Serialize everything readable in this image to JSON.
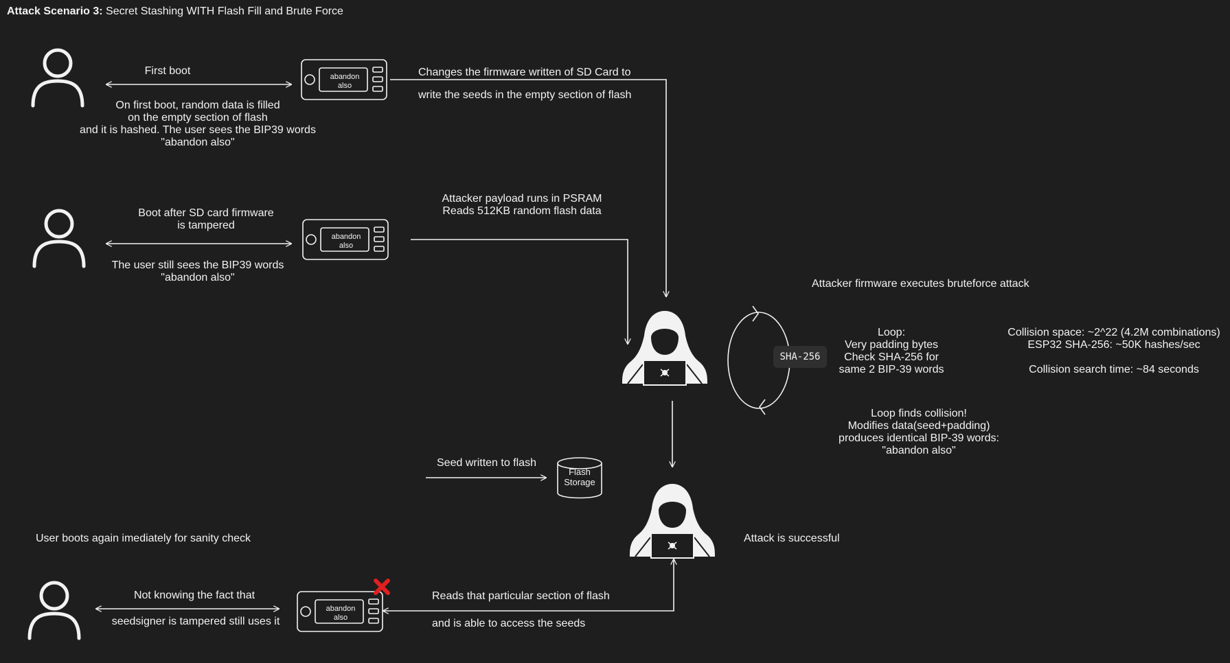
{
  "title": {
    "bold": "Attack Scenario 3:",
    "rest": " Secret Stashing WITH Flash Fill and Brute Force"
  },
  "device": {
    "line1": "abandon",
    "line2": "also"
  },
  "row1": {
    "arrow_label": "First boot",
    "caption": [
      "On first boot, random data is filled",
      "on the empty section of flash",
      "and it is hashed.  The user sees the BIP39 words",
      "\"abandon also\""
    ],
    "firmware_note": [
      "Changes the firmware written of SD Card to",
      "write the seeds in the empty section of flash"
    ]
  },
  "row2": {
    "arrow_label": [
      "Boot after SD card firmware",
      "is tampered"
    ],
    "caption": [
      "The user still sees the BIP39 words",
      "\"abandon also\""
    ],
    "payload_note": [
      "Attacker payload runs in PSRAM",
      "Reads 512KB random flash data"
    ]
  },
  "attack": {
    "header": "Attacker firmware executes bruteforce attack",
    "sha_label": "SHA-256",
    "loop": [
      "Loop:",
      "Very padding bytes",
      "Check SHA-256 for",
      "same 2 BIP-39 words"
    ],
    "stats": [
      "Collision space: ~2^22  (4.2M combinations)",
      "ESP32 SHA-256: ~50K hashes/sec",
      "",
      "Collision search time: ~84 seconds"
    ],
    "collision": [
      "Loop finds collision!",
      "Modifies data(seed+padding)",
      "produces identical BIP-39 words:",
      "\"abandon also\""
    ],
    "seed_written": "Seed written to flash",
    "flash_storage": [
      "Flash",
      "Storage"
    ],
    "success": "Attack is successful"
  },
  "row3": {
    "header": "User boots again imediately for sanity check",
    "arrow_label": [
      "Not knowing the fact that",
      "seedsigner is tampered still uses it"
    ],
    "reads_note": [
      "Reads that particular section of flash",
      "and is able to access the seeds"
    ]
  },
  "colors": {
    "background": "#1e1e1e",
    "stroke": "#f2f2f2",
    "marker": "#e02020",
    "badge": "#2f2f2f"
  }
}
